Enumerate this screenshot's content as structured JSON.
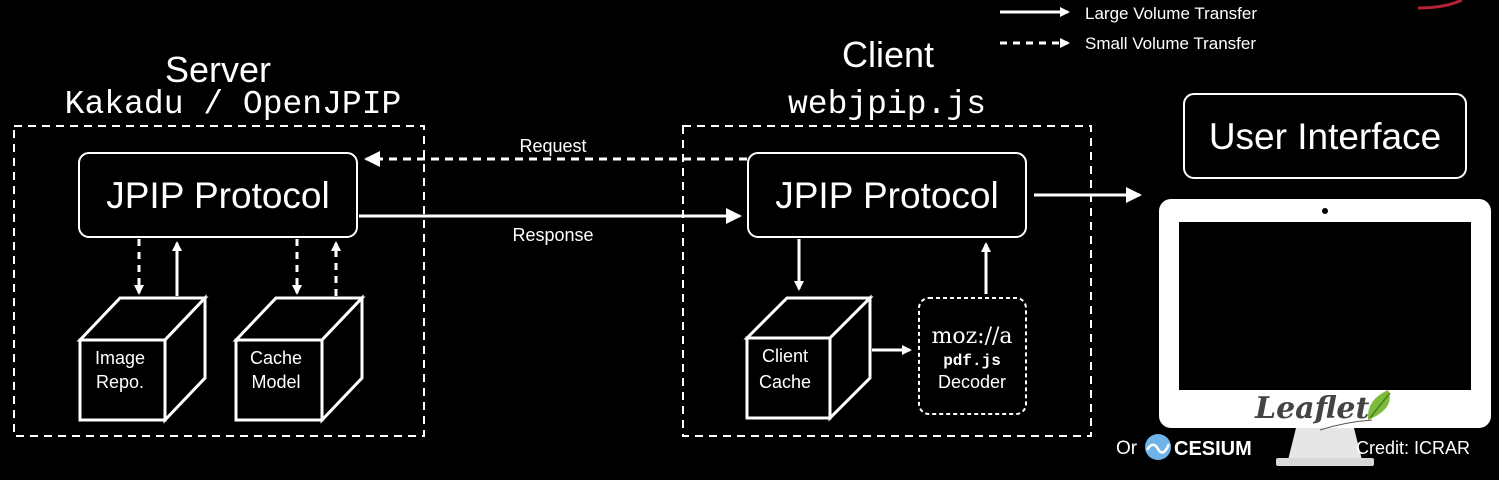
{
  "legend": {
    "large": "Large Volume Transfer",
    "small": "Small Volume Transfer"
  },
  "server": {
    "title": "Server",
    "subtitle": "Kakadu / OpenJPIP",
    "protocol": "JPIP Protocol",
    "image_repo": [
      "Image",
      "Repo."
    ],
    "cache_model": [
      "Cache",
      "Model"
    ]
  },
  "client": {
    "title": "Client",
    "subtitle": "webjpip.js",
    "protocol": "JPIP Protocol",
    "client_cache": [
      "Client",
      "Cache"
    ],
    "decoder_logo": "moz://a",
    "decoder": [
      "pdf.js",
      "Decoder"
    ]
  },
  "edges": {
    "request": "Request",
    "response": "Response"
  },
  "ui": {
    "title": "User Interface",
    "leaflet": "Leaflet",
    "or": "Or",
    "cesium": "CESIUM",
    "credit": "Credit: ICRAR"
  },
  "colors": {
    "background": "#000000",
    "foreground": "#ffffff",
    "leaf_green": "#7dbb3c",
    "cesium_blue": "#6fb4e8"
  }
}
